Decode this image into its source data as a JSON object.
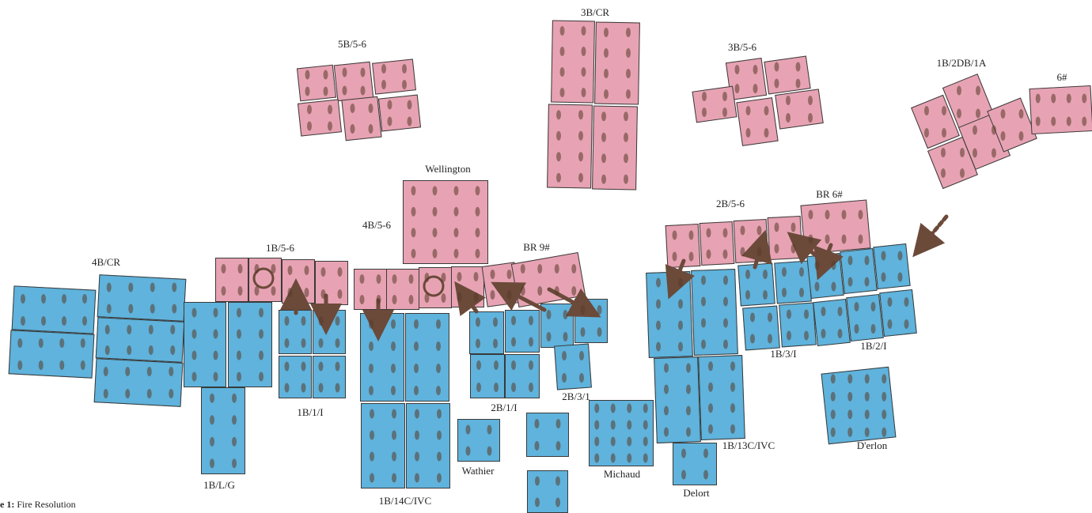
{
  "caption": {
    "prefix": "e 1:",
    "text": "Fire Resolution"
  },
  "labels": {
    "cr_3b": "3B/CR",
    "b56_5b": "5B/5-6",
    "b56_3b": "3B/5-6",
    "b2db_1a": "1B/2DB/1A",
    "six": "6#",
    "wellington": "Wellington",
    "b56_4b": "4B/5-6",
    "b56_2b": "2B/5-6",
    "br6": "BR 6#",
    "cr_4b": "4B/CR",
    "b56_1b": "1B/5-6",
    "br9": "BR 9#",
    "b_1b_1_i": "1B/1/I",
    "b_1b_l_g": "1B/L/G",
    "b_2b_1_i": "2B/1/I",
    "b_2b_3_1": "2B/3/1",
    "b_1b_14c": "1B/14C/IVC",
    "wathier": "Wathier",
    "michaud": "Michaud",
    "delort": "Delort",
    "b_1b_13c": "1B/13C/IVC",
    "b_1b_3_i": "1B/3/I",
    "b_1b_2_i": "1B/2/I",
    "derlon": "D'erlon"
  },
  "colors": {
    "allied": "#e7a3b3",
    "french": "#5fb3dc",
    "arrow": "#6b4a3a"
  }
}
